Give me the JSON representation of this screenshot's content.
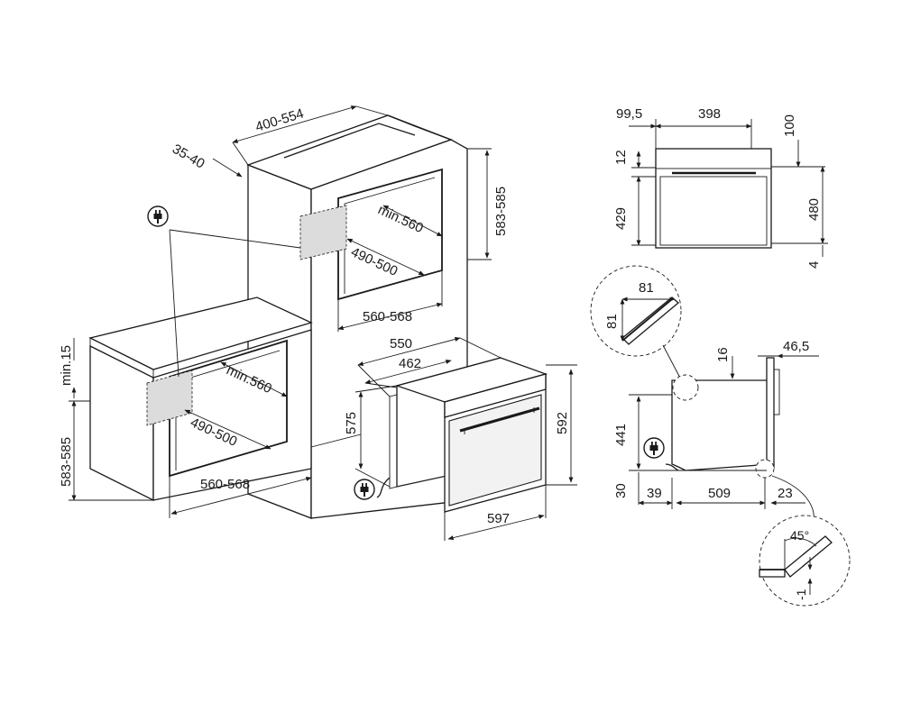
{
  "dimensions": {
    "niche_depth": "400-554",
    "gap": "35-40",
    "column_height": "583-585",
    "column_width_min": "min.560",
    "column_depth": "490-500",
    "column_width": "560-568",
    "under_min_gap": "min.15",
    "under_height": "583-585",
    "under_width_min": "min.560",
    "under_depth": "490-500",
    "under_width": "560-568",
    "oven_depth_total": "550",
    "oven_body_depth": "462",
    "oven_body_height": "575",
    "oven_front_height": "592",
    "oven_front_width": "597",
    "top_left_offset": "99,5",
    "top_body_width": "398",
    "top_clearance": "100",
    "top_strip": "12",
    "front_body_height": "429",
    "front_total_height": "480",
    "front_bottom": "4",
    "detail_a_w": "81",
    "detail_a_h": "81",
    "side_panel": "16",
    "side_handle": "46,5",
    "side_height": "441",
    "side_base": "30",
    "side_front": "39",
    "side_depth": "509",
    "side_back": "23",
    "detail_b_angle": "45°",
    "detail_b_offset": "-1"
  },
  "icons": {
    "plug": "plug-icon"
  }
}
